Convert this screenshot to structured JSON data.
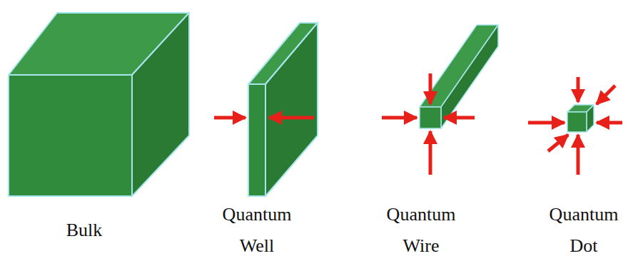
{
  "diagram": {
    "labels": [
      "Bulk",
      "Quantum Well",
      "Quantum Wire",
      "Quantum Dot"
    ]
  }
}
